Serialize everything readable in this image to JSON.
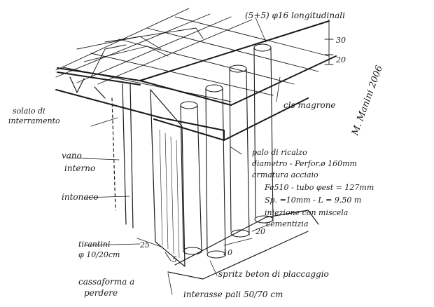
{
  "annotations": {
    "top_rebar": "(5+5) φ16 longitudinali",
    "dim_30": "30",
    "dim_20_top": "20",
    "signature": "M. Manini 2006",
    "cls_magrone": "cls magrone",
    "solaio_1": "solaio di",
    "solaio_2": "interramento",
    "vano_1": "vano",
    "vano_2": "interno",
    "intonaco": "intonaco",
    "palo_1": "palo di ricalzo",
    "palo_2": "diametro - Perfor.ø 160mm",
    "palo_3": "armatura acciaio",
    "palo_4": "Fe510 - tubo φest = 127mm",
    "palo_5": "Sp. =10mm - L = 9,50 m",
    "palo_6": "iniezione con miscela",
    "palo_7": "cementizia",
    "dim_20_right": "20",
    "dim_10": "10",
    "dim_25": "25",
    "dim_5": "5",
    "tiranti_1": "tirantini",
    "tiranti_2": "φ 10/20cm",
    "spritz": "spritz beton di placcaggio",
    "cassaforma_1": "cassaforma a",
    "cassaforma_2": "perdere",
    "interasse": "interasse pali 50/70 cm"
  },
  "colors": {
    "ink": "#1a1a1a",
    "paper": "#ffffff"
  }
}
